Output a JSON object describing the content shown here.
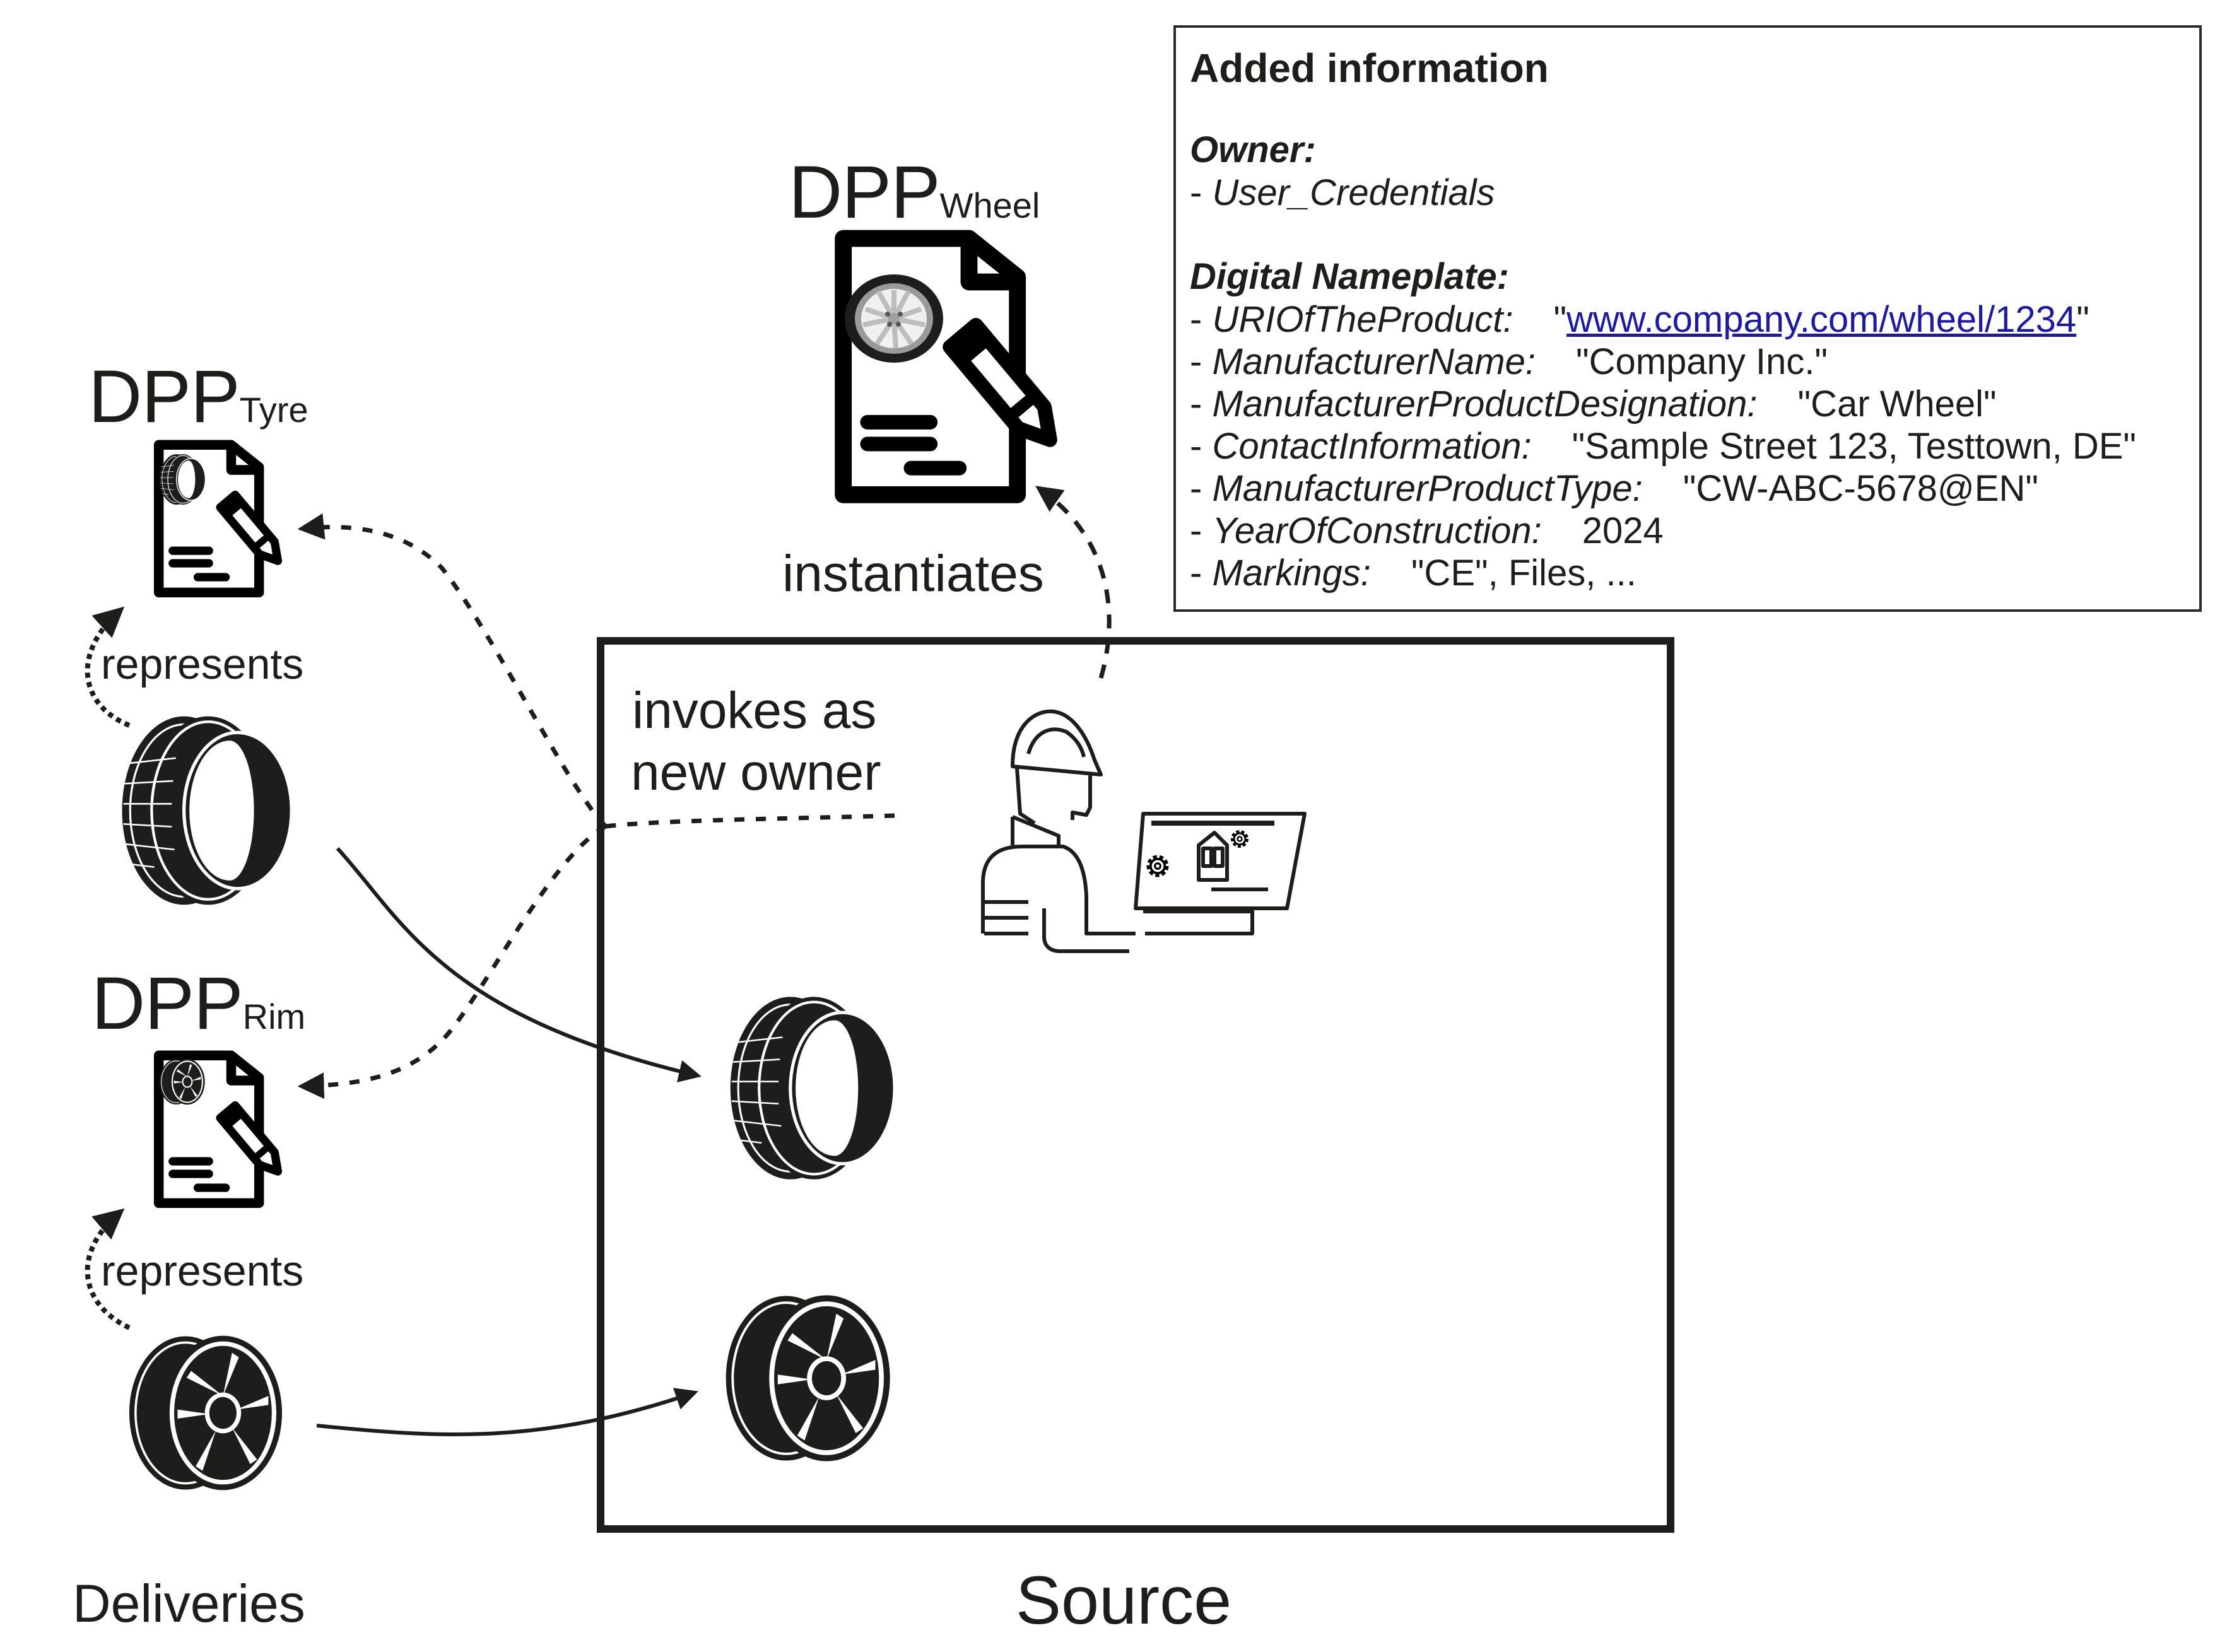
{
  "info_box": {
    "title": "Added information",
    "owner": {
      "heading": "Owner:",
      "items": [
        "User_Credentials"
      ]
    },
    "nameplate": {
      "heading": "Digital Nameplate:",
      "fields": [
        {
          "key": "URIOfTheProduct:",
          "value_prefix": "\"",
          "link": "www.company.com/wheel/1234",
          "value_suffix": "\"",
          "value": ""
        },
        {
          "key": "ManufacturerName:",
          "value": "\"Company Inc.\""
        },
        {
          "key": "ManufacturerProductDesignation:",
          "value": "\"Car Wheel\""
        },
        {
          "key": "ContactInformation:",
          "value": "\"Sample Street 123, Testtown, DE\""
        },
        {
          "key": "ManufacturerProductType:",
          "value": "\"CW-ABC-5678@EN\""
        },
        {
          "key": "YearOfConstruction:",
          "value": "2024"
        },
        {
          "key": "Markings:",
          "value": "\"CE\", Files, ..."
        }
      ]
    },
    "bullet": "- ",
    "link_color": "#1a1aa6"
  },
  "dpp_wheel": {
    "title": "DPP",
    "subscript": "Wheel",
    "relation_label": "instantiates"
  },
  "deliveries": {
    "label": "Deliveries",
    "tyre": {
      "title": "DPP",
      "subscript": "Tyre",
      "relation_label": "represents"
    },
    "rim": {
      "title": "DPP",
      "subscript": "Rim",
      "relation_label": "represents"
    },
    "box_fill": "#e6e6e6"
  },
  "source": {
    "label": "Source",
    "owner_relation_label_line1": "invokes as",
    "owner_relation_label_line2": "new owner"
  },
  "icons": {
    "document": "document-pencil-icon",
    "tyre": "tyre-icon",
    "rim": "rim-icon",
    "worker": "worker-at-computer-icon"
  },
  "colors": {
    "ink": "#1d1d1b",
    "box_border": "#2b2b2b",
    "background": "#ffffff"
  }
}
